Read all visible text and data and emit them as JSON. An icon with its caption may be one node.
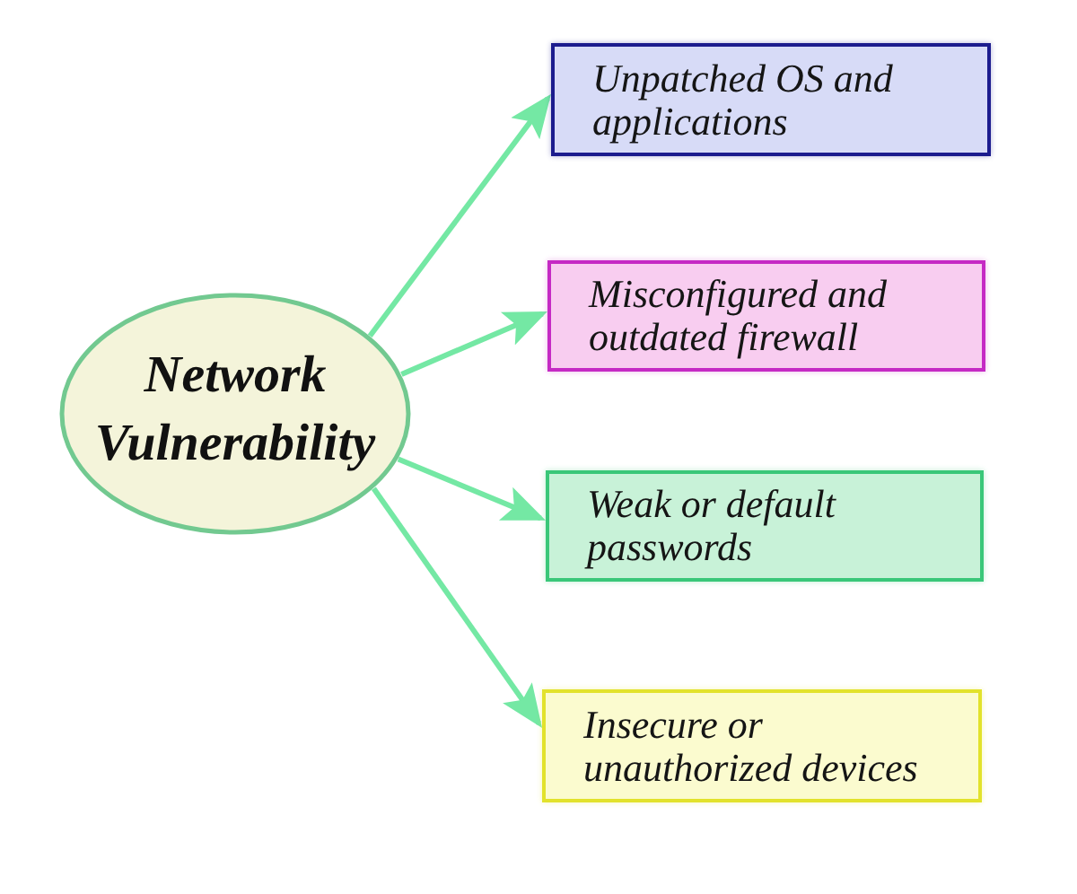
{
  "diagram": {
    "nodes": [
      {
        "text": [
          "Network Vulnerability"
        ]
      },
      {
        "text": [
          "Unpatched OS and applications"
        ]
      },
      {
        "text": [
          "Misconfigured and outdated firewall"
        ]
      },
      {
        "text": [
          "Weak or default passwords"
        ]
      },
      {
        "text": [
          "Insecure or unauthorized devices"
        ]
      }
    ],
    "edges": [
      {
        "from": 0,
        "to": 1,
        "arrow": "to"
      },
      {
        "from": 0,
        "to": 2,
        "arrow": "to"
      },
      {
        "from": 0,
        "to": 3,
        "arrow": "to"
      },
      {
        "from": 0,
        "to": 4,
        "arrow": "to"
      }
    ]
  }
}
